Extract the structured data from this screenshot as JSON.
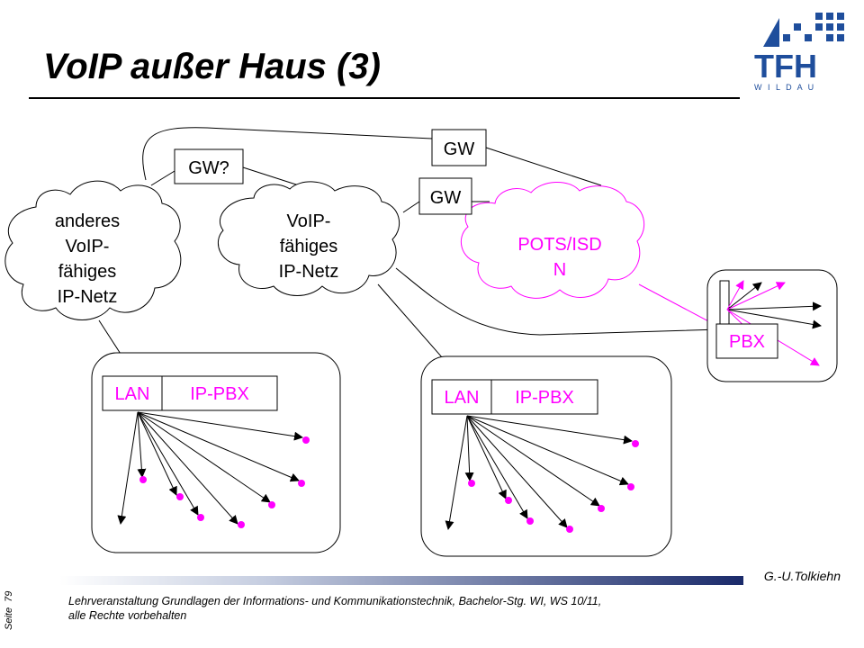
{
  "title": "VoIP außer Haus (3)",
  "logo": {
    "text": "TFH",
    "subtext": "W I L D A U",
    "color": "#1f4e9c"
  },
  "clouds": {
    "other_voip": [
      "anderes",
      "VoIP-",
      "fähiges",
      "IP-Netz"
    ],
    "voip": [
      "VoIP-",
      "fähiges",
      "IP-Netz"
    ],
    "pots": [
      "POTS/ISD",
      "N"
    ]
  },
  "gateways": {
    "gw_question": "GW?",
    "gw_top": "GW",
    "gw_mid": "GW"
  },
  "pbx_left": {
    "lan": "LAN",
    "ippbx": "IP-PBX"
  },
  "pbx_right": {
    "lan": "LAN",
    "ippbx": "IP-PBX"
  },
  "pbx": {
    "label": "PBX"
  },
  "colors": {
    "magenta": "#ff00ff",
    "dark_blue": "#1a2a6a"
  },
  "footer": {
    "author": "G.-U.Tolkiehn",
    "line1": "Lehrveranstaltung Grundlagen der Informations- und Kommunikationstechnik, Bachelor-Stg. WI, WS 10/11,",
    "line2": "alle Rechte vorbehalten",
    "page_word": "Seite",
    "page_number": "79"
  }
}
